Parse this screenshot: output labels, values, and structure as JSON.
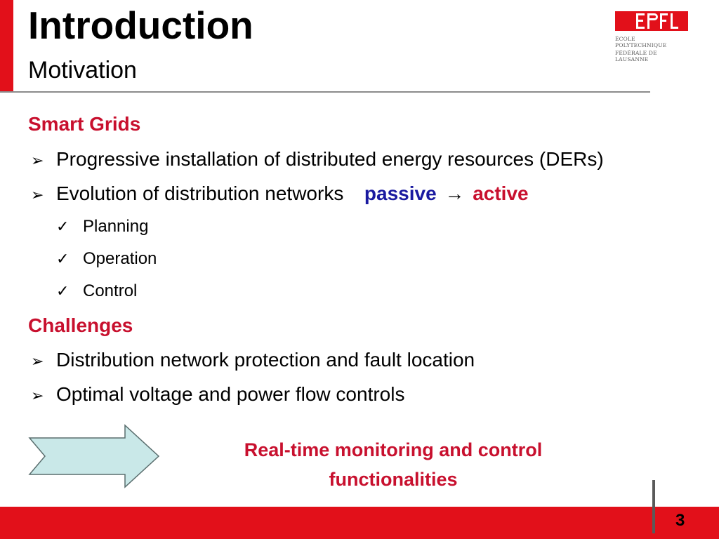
{
  "header": {
    "title": "Introduction",
    "subtitle": "Motivation"
  },
  "logo": {
    "wordmark": "EPFL",
    "line1": "ÉCOLE POLYTECHNIQUE",
    "line2": "FÉDÉRALE DE LAUSANNE"
  },
  "sections": {
    "smart_grids": {
      "heading": "Smart Grids",
      "bullets": [
        "Progressive installation of distributed energy resources (DERs)",
        "Evolution of distribution networks"
      ],
      "passive": "passive",
      "arrow": "→",
      "active": "active",
      "checks": [
        "Planning",
        "Operation",
        "Control"
      ]
    },
    "challenges": {
      "heading": "Challenges",
      "bullets": [
        "Distribution network protection and fault location",
        "Optimal voltage and power flow controls"
      ]
    }
  },
  "callout": {
    "line1": "Real-time monitoring and control",
    "line2": "functionalities"
  },
  "footer": {
    "page_number": "3"
  },
  "colors": {
    "brand_red": "#e2101a",
    "heading_red": "#c8102e",
    "passive_blue": "#1a1aa0",
    "arrow_fill": "#c9e8e8"
  }
}
